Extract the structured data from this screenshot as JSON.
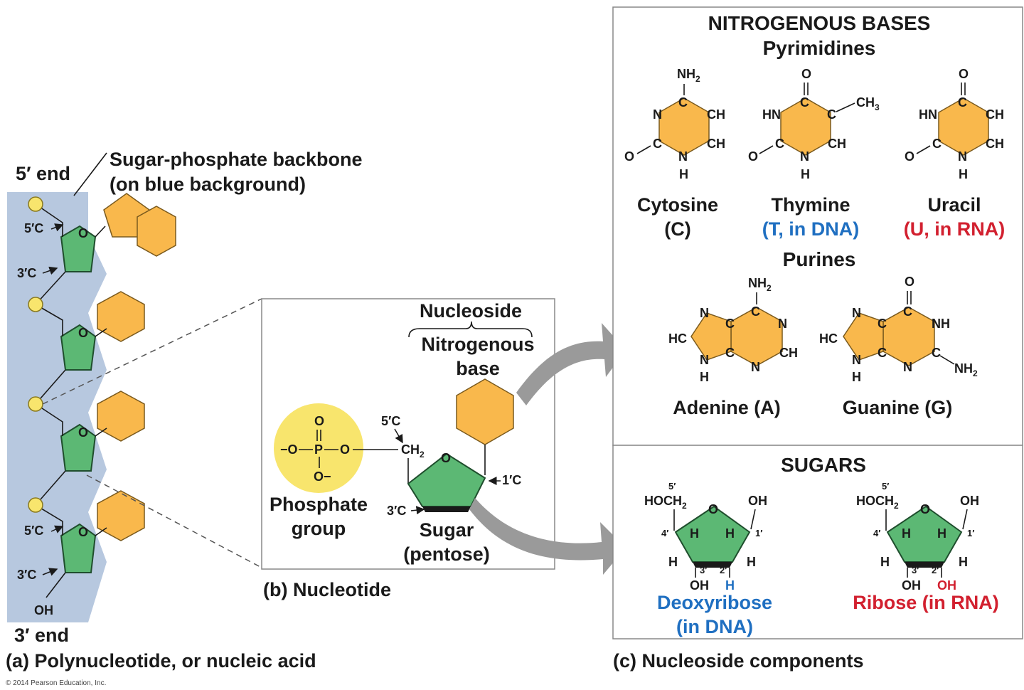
{
  "panel_a": {
    "five_end": "5′ end",
    "backbone_title": "Sugar-phosphate backbone",
    "backbone_sub": "(on blue background)",
    "c5_label": "5′C",
    "c3_label": "3′C",
    "ring_o": "O",
    "oh": "OH",
    "three_end": "3′ end",
    "caption": "(a) Polynucleotide, or nucleic acid",
    "copyright": "© 2014 Pearson Education, Inc."
  },
  "panel_b": {
    "nucleoside": "Nucleoside",
    "base_line1": "Nitrogenous",
    "base_line2": "base",
    "phosphate_o": "O",
    "phosphate_p": "P",
    "phosphate_om": "−O",
    "phosphate_or": "O",
    "phosphate_obottom": "O−",
    "c5": "5′C",
    "ch2": "CH",
    "ch2_sub": "2",
    "ring_o": "O",
    "c1": "1′C",
    "c3": "3′C",
    "phosphate_line1": "Phosphate",
    "phosphate_line2": "group",
    "sugar_line1": "Sugar",
    "sugar_line2": "(pentose)",
    "caption": "(b) Nucleotide"
  },
  "panel_c": {
    "bases_title": "NITROGENOUS BASES",
    "pyrimidines": "Pyrimidines",
    "purines": "Purines",
    "cytosine_name": "Cytosine",
    "cytosine_code": "(C)",
    "thymine_name": "Thymine",
    "thymine_code": "(T, in DNA)",
    "uracil_name": "Uracil",
    "uracil_code": "(U, in RNA)",
    "adenine_name": "Adenine (A)",
    "guanine_name": "Guanine (G)",
    "sugars_title": "SUGARS",
    "deoxyribose_line1": "Deoxyribose",
    "deoxyribose_line2": "(in DNA)",
    "ribose_name": "Ribose (in RNA)",
    "caption": "(c) Nucleoside components",
    "atoms": {
      "nh2": "NH",
      "sub2": "2",
      "sub3": "3",
      "o": "O",
      "n": "N",
      "h": "H",
      "c": "C",
      "ch": "CH",
      "ch3": "CH",
      "hn": "HN",
      "hc": "HC",
      "nh": "NH",
      "oh": "OH",
      "hoch2": "HOCH",
      "p5": "5′",
      "p4": "4′",
      "p3": "3′",
      "p2": "2′",
      "p1": "1′"
    }
  },
  "colors": {
    "backbone_blue": "#b7c8df",
    "base_orange": "#f9b84c",
    "sugar_green": "#5cb874",
    "phosphate_yellow": "#f8e56d",
    "dna_blue": "#1f6fc1",
    "rna_red": "#d2202f",
    "arrow_gray": "#9a9a9a"
  }
}
